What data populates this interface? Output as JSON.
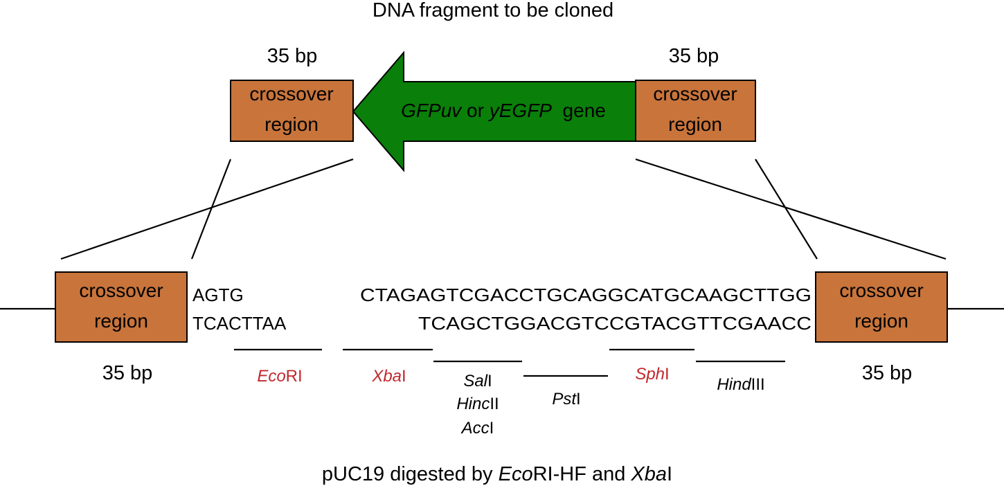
{
  "top_title": "DNA fragment to be cloned",
  "bottom_title": {
    "prefix": "pUC19 digested by ",
    "italic1": "Eco",
    "mid": "RI-HF and ",
    "italic2": "Xba",
    "suffix": "I"
  },
  "fragment": {
    "left_bp": "35 bp",
    "right_bp": "35 bp",
    "left_box": [
      "crossover",
      "region"
    ],
    "right_box": [
      "crossover",
      "region"
    ],
    "gene": {
      "italic1": "GFPuv",
      "mid": " or ",
      "italic2": "yEGFP",
      "suffix": "  gene"
    }
  },
  "vector": {
    "left_bp": "35 bp",
    "right_bp": "35 bp",
    "left_box": [
      "crossover",
      "region"
    ],
    "right_box": [
      "crossover",
      "region"
    ],
    "left_top": "AGTG",
    "left_bottom": "TCACTTAA",
    "right_top": "CTAGAGTCGACCTGCAGGCATGCAAGCTTGG",
    "right_bottom": "TCAGCTGGACGTCCGTACGTTCGAACC"
  },
  "sites": {
    "ecori": {
      "italic": "Eco",
      "rest": "RI"
    },
    "xbai": {
      "italic": "Xba",
      "rest": "I"
    },
    "sali": {
      "italic": "Sal",
      "rest": "I"
    },
    "hincii": {
      "italic": "Hinc",
      "rest": "II"
    },
    "acci": {
      "italic": "Acc",
      "rest": "I"
    },
    "psti": {
      "italic": "Pst",
      "rest": "I"
    },
    "sphi": {
      "italic": "Sph",
      "rest": "I"
    },
    "hindiii": {
      "italic": "Hind",
      "rest": "III"
    }
  },
  "colors": {
    "crossover_box": "#c8743b",
    "gene_arrow": "#0a7f0a",
    "enzyme_red": "#c1272d",
    "line": "#000000"
  }
}
